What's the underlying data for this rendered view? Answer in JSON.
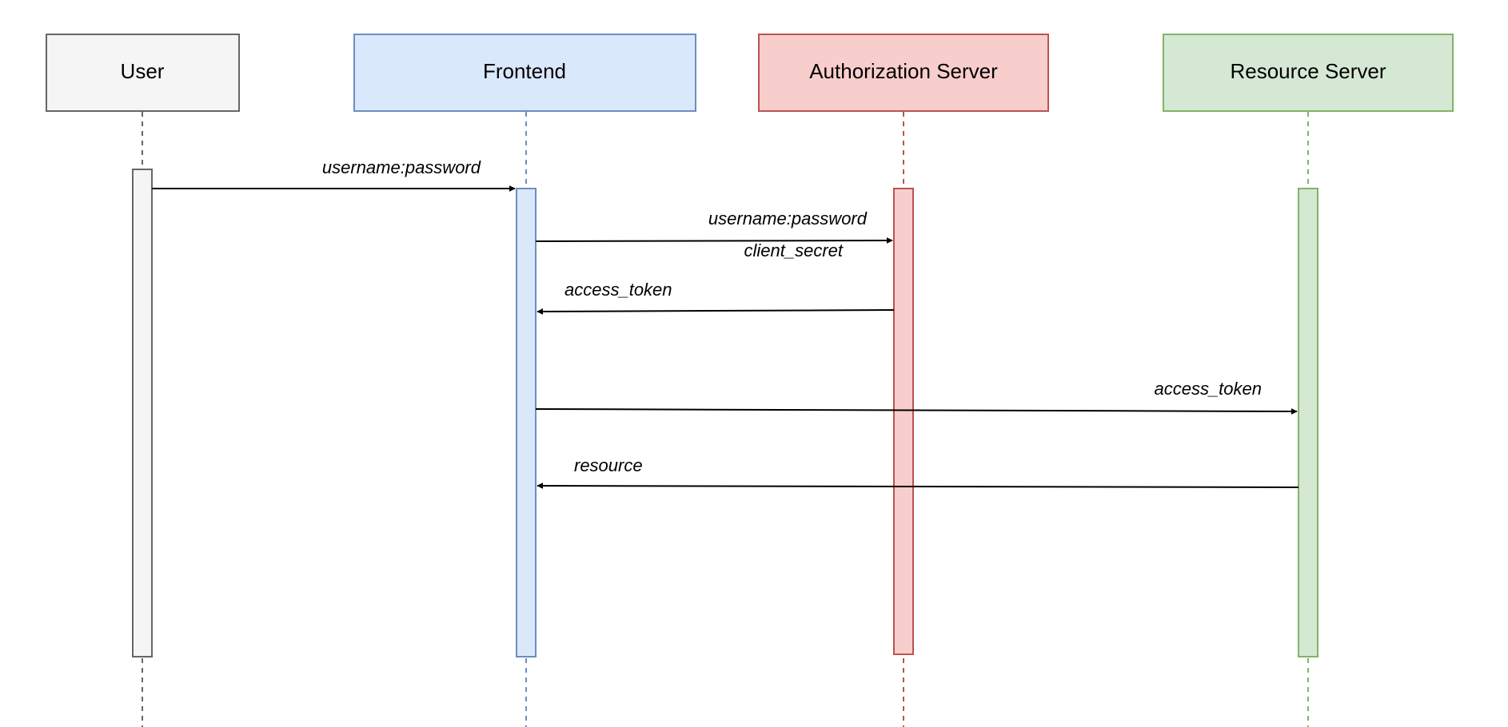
{
  "participants": [
    {
      "id": "user",
      "label": "User",
      "fill": "#f5f5f5",
      "stroke": "#666666"
    },
    {
      "id": "frontend",
      "label": "Frontend",
      "fill": "#dae8fc",
      "stroke": "#6c8ebf"
    },
    {
      "id": "auth",
      "label": "Authorization Server",
      "fill": "#f8cecc",
      "stroke": "#b85450"
    },
    {
      "id": "resource",
      "label": "Resource Server",
      "fill": "#d5e8d4",
      "stroke": "#82b366"
    }
  ],
  "messages": [
    {
      "id": "m1",
      "from": "user",
      "to": "frontend",
      "label": "username:password",
      "label2": ""
    },
    {
      "id": "m2",
      "from": "frontend",
      "to": "auth",
      "label": "username:password",
      "label2": "client_secret"
    },
    {
      "id": "m3",
      "from": "auth",
      "to": "frontend",
      "label": "access_token",
      "label2": ""
    },
    {
      "id": "m4",
      "from": "frontend",
      "to": "resource",
      "label": "access_token",
      "label2": ""
    },
    {
      "id": "m5",
      "from": "resource",
      "to": "frontend",
      "label": "resource",
      "label2": ""
    }
  ],
  "colors": {
    "line": "#000000"
  }
}
